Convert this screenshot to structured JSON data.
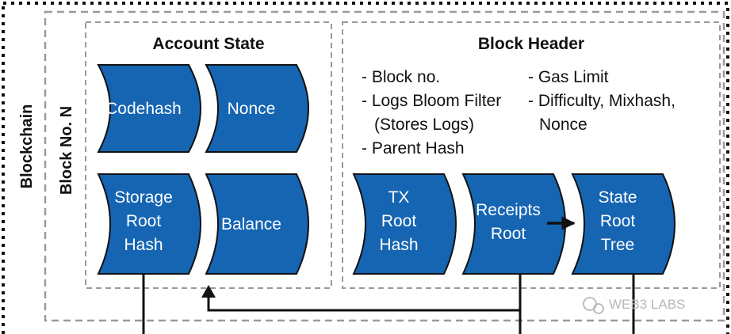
{
  "colors": {
    "node_fill": "#1565b3",
    "node_stroke": "#111111",
    "border": "#111111",
    "dashed": "#9a9a9a",
    "label": "#ffffff"
  },
  "labels": {
    "blockchain": "Blockchain",
    "block": "Block No. N",
    "account_state": "Account State",
    "block_header": "Block Header"
  },
  "account_state_nodes": [
    {
      "lines": [
        "Codehash"
      ]
    },
    {
      "lines": [
        "Nonce"
      ]
    },
    {
      "lines": [
        "Storage",
        "Root",
        "Hash"
      ]
    },
    {
      "lines": [
        "Balance"
      ]
    }
  ],
  "header_fields_left": [
    "- Block no.",
    "- Logs Bloom Filter",
    "(Stores Logs)",
    "- Parent Hash"
  ],
  "header_fields_right": [
    "- Gas Limit",
    "- Difficulty, Mixhash,",
    "Nonce"
  ],
  "header_nodes": [
    {
      "lines": [
        "TX",
        "Root",
        "Hash"
      ]
    },
    {
      "lines": [
        "Receipts",
        "Root"
      ]
    },
    {
      "lines": [
        "State",
        "Root",
        "Tree"
      ]
    }
  ],
  "watermark": "WEB3 LABS"
}
